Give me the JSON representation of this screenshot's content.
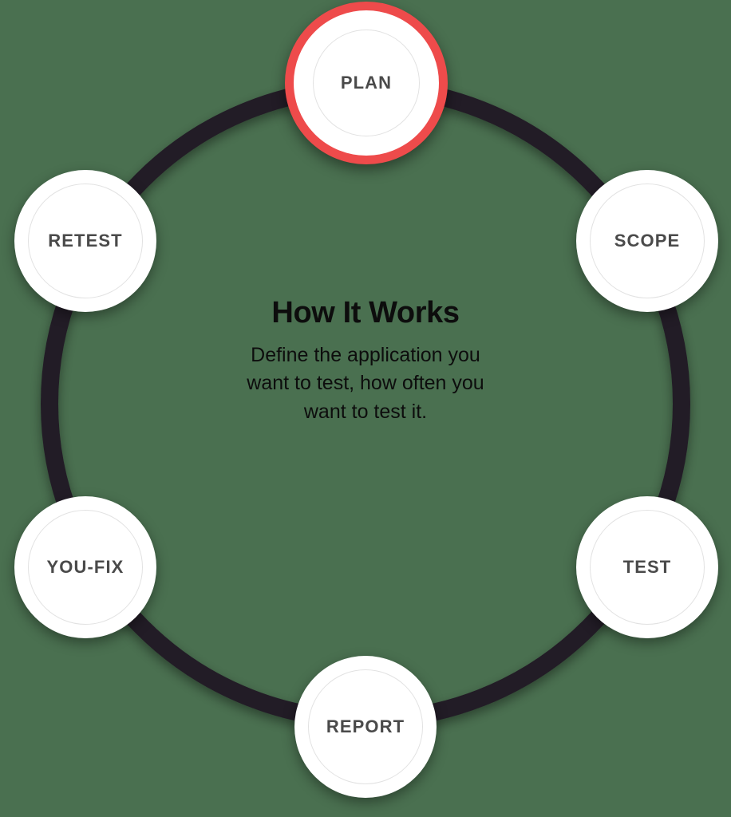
{
  "diagram": {
    "type": "cycle",
    "name": "How It Works process cycle",
    "colors": {
      "background": "#4a7050",
      "ring": "#241b26",
      "node_fill": "#ffffff",
      "node_inner_ring": "#e2e2e2",
      "node_label": "#4a4a4a",
      "highlight_accent": "#ee4b4b",
      "center_text": "#0d0d0d"
    },
    "center": {
      "title": "How It Works",
      "description": "Define the application you want to test, how often you want to test it.",
      "description_lines": [
        "Define the application you",
        "want to test, how often you",
        "want to test it."
      ]
    },
    "nodes": [
      {
        "id": "plan",
        "label": "PLAN",
        "position": "top",
        "active": true,
        "order": 1
      },
      {
        "id": "scope",
        "label": "SCOPE",
        "position": "upper-right",
        "active": false,
        "order": 2
      },
      {
        "id": "test",
        "label": "TEST",
        "position": "lower-right",
        "active": false,
        "order": 3
      },
      {
        "id": "report",
        "label": "REPORT",
        "position": "bottom",
        "active": false,
        "order": 4
      },
      {
        "id": "youfix",
        "label": "YOU-FIX",
        "position": "lower-left",
        "active": false,
        "order": 5
      },
      {
        "id": "retest",
        "label": "RETEST",
        "position": "upper-left",
        "active": false,
        "order": 6
      }
    ]
  }
}
